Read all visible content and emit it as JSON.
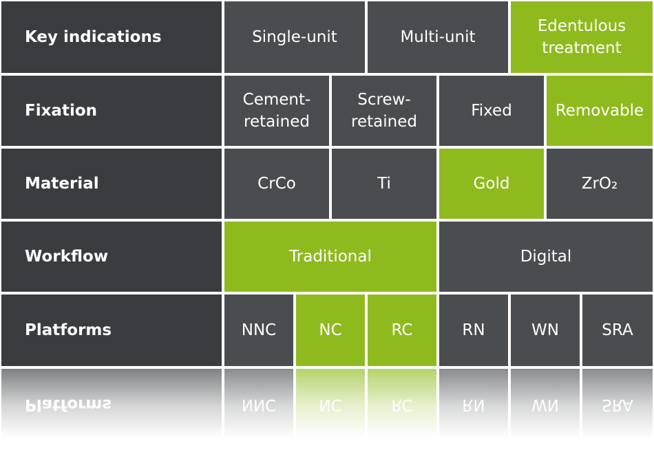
{
  "rows": [
    {
      "label": "Key indications",
      "cells": [
        {
          "text": "Single-unit",
          "highlight": false
        },
        {
          "text": "Multi-unit",
          "highlight": false
        },
        {
          "text": "Edentulous\ntreatment",
          "highlight": true
        }
      ]
    },
    {
      "label": "Fixation",
      "cells": [
        {
          "text": "Cement-\nretained",
          "highlight": false
        },
        {
          "text": "Screw-\nretained",
          "highlight": false
        },
        {
          "text": "Fixed",
          "highlight": false
        },
        {
          "text": "Removable",
          "highlight": true
        }
      ]
    },
    {
      "label": "Material",
      "cells": [
        {
          "text": "CrCo",
          "highlight": false
        },
        {
          "text": "Ti",
          "highlight": false
        },
        {
          "text": "Gold",
          "highlight": true
        },
        {
          "text": "ZrO₂",
          "highlight": false
        }
      ]
    },
    {
      "label": "Workflow",
      "cells": [
        {
          "text": "Traditional",
          "highlight": true
        },
        {
          "text": "Digital",
          "highlight": false
        }
      ]
    },
    {
      "label": "Platforms",
      "cells": [
        {
          "text": "NNC",
          "highlight": false
        },
        {
          "text": "NC",
          "highlight": true
        },
        {
          "text": "RC",
          "highlight": true
        },
        {
          "text": "RN",
          "highlight": false
        },
        {
          "text": "WN",
          "highlight": false
        },
        {
          "text": "SRA",
          "highlight": false
        }
      ]
    }
  ],
  "colors": {
    "label_bg": "#3a3d40",
    "cell_bg": "#4a4d50",
    "highlight_bg": "#8fba1e",
    "text": "#ffffff"
  }
}
